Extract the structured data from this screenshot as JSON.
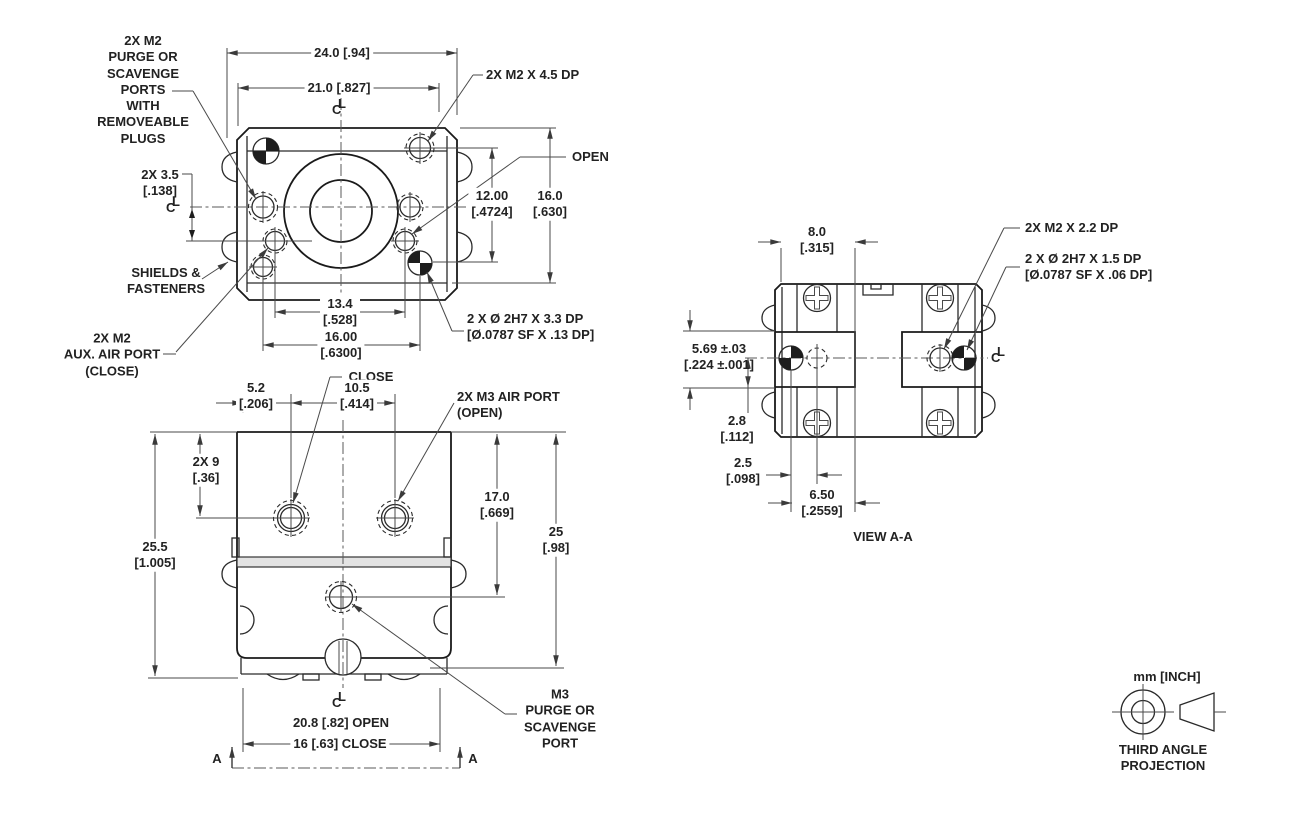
{
  "symbols": {
    "centerline_c": "C",
    "centerline_l": "L",
    "section_marker": "A"
  },
  "notes": {
    "units": "mm [INCH]",
    "projection": "THIRD ANGLE\nPROJECTION"
  },
  "top_view": {
    "callouts": {
      "purge_ports": "2X M2\nPURGE OR\nSCAVENGE\nPORTS\nWITH\nREMOVEABLE\nPLUGS",
      "shields": "SHIELDS &\nFASTENERS",
      "aux_air_port": "2X M2\nAUX. AIR PORT\n(CLOSE)",
      "tapped_holes": "2X M2 X 4.5 DP",
      "open": "OPEN",
      "dowel_holes": "2 X Ø 2H7 X 3.3 DP\n[Ø.0787 SF X .13 DP]"
    },
    "dims": {
      "overall_width": "24.0 [.94]",
      "inner_width": "21.0 [.827]",
      "port_offset": "2X 3.5\n[.138]",
      "hole_spacing_v": "12.00\n[.4724]",
      "height": "16.0\n[.630]",
      "hole_spacing_h": "13.4\n[.528]",
      "dowel_spacing": "16.00\n[.6300]"
    }
  },
  "front_view": {
    "callouts": {
      "close": "CLOSE",
      "air_ports": "2X M3 AIR PORT\n(OPEN)",
      "purge_port": "M3\nPURGE OR\nSCAVENGE\nPORT"
    },
    "dims": {
      "edge_offset": "5.2\n[.206]",
      "port_spacing": "10.5\n[.414]",
      "port_depth": "2X 9\n[.36]",
      "overall_height": "25.5\n[1.005]",
      "purge_depth": "17.0\n[.669]",
      "height": "25\n[.98]",
      "open_span": "20.8 [.82] OPEN",
      "close_span": "16 [.63] CLOSE"
    }
  },
  "section_view": {
    "title": "VIEW A-A",
    "callouts": {
      "tapped_holes": "2X M2 X 2.2 DP",
      "dowel_holes": "2 X Ø 2H7 X 1.5 DP\n[Ø.0787 SF X .06 DP]"
    },
    "dims": {
      "slot_width": "8.0\n[.315]",
      "band_height": "5.69 ±.03\n[.224 ±.001]",
      "offset_28": "2.8\n[.112]",
      "offset_25": "2.5\n[.098]",
      "offset_650": "6.50\n[.2559]"
    }
  }
}
